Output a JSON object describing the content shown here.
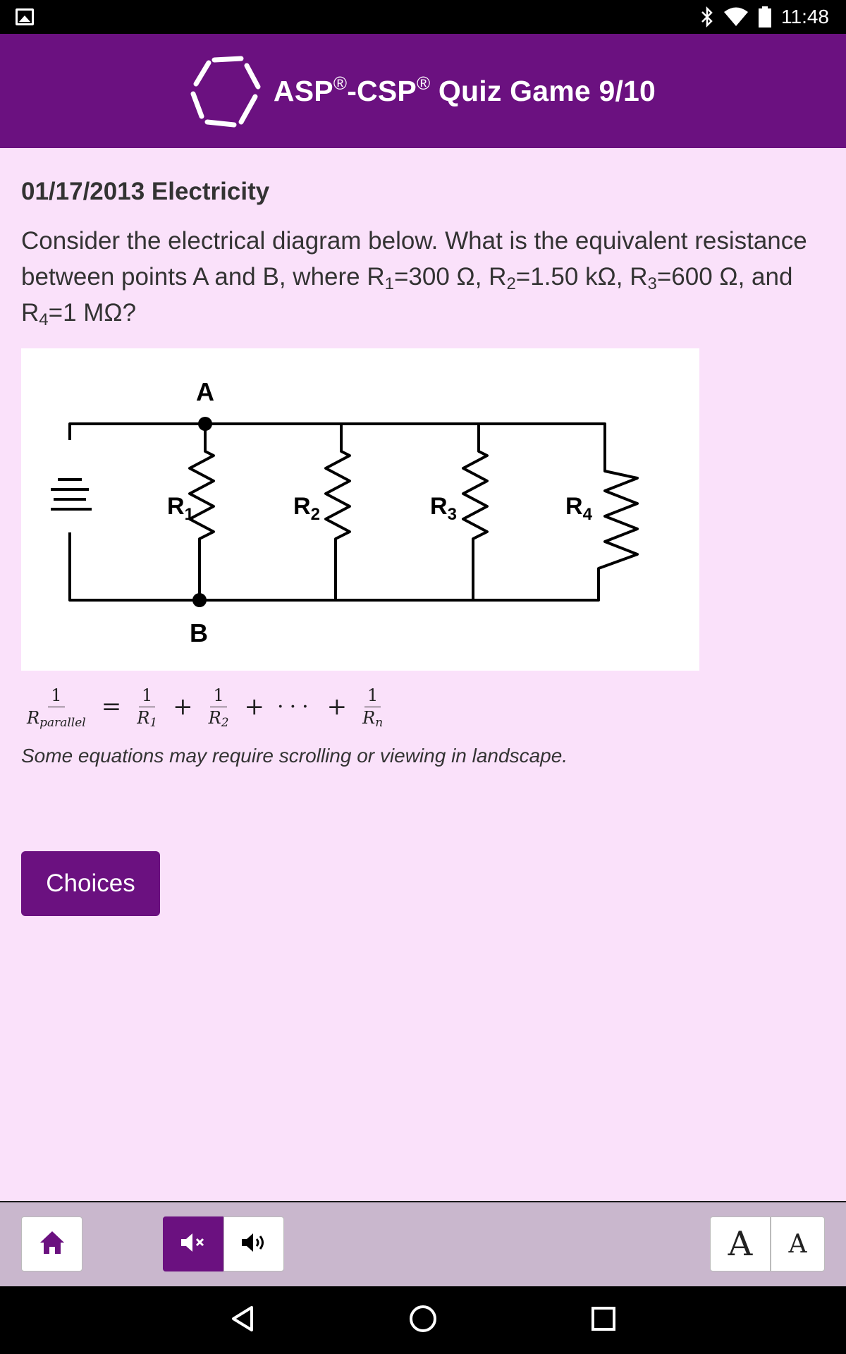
{
  "status_bar": {
    "time": "11:48",
    "icons": [
      "gallery-icon",
      "bluetooth-icon",
      "wifi-icon",
      "battery-icon"
    ]
  },
  "header": {
    "title_part1": "ASP",
    "reg1": "®",
    "title_part2": "-CSP",
    "reg2": "®",
    "title_part3": " Quiz Game 9/10",
    "logo": "hexagon-logo-icon",
    "background": "#6b1180"
  },
  "question": {
    "heading": "01/17/2013 Electricity",
    "text_1": "Consider the electrical diagram below. What is the equivalent resistance between points A and B, where R",
    "sub_1": "1",
    "text_2": "=300 Ω, R",
    "sub_2": "2",
    "text_3": "=1.50 kΩ, R",
    "sub_3": "3",
    "text_4": "=600 Ω, and R",
    "sub_4": "4",
    "text_5": "=1 MΩ?"
  },
  "diagram": {
    "point_a": "A",
    "point_b": "B",
    "resistors": [
      {
        "label": "R",
        "sub": "1"
      },
      {
        "label": "R",
        "sub": "2"
      },
      {
        "label": "R",
        "sub": "3"
      },
      {
        "label": "R",
        "sub": "4"
      }
    ]
  },
  "equation": {
    "lhs_num": "1",
    "lhs_den": "R",
    "lhs_den_sub": "parallel",
    "equals": "=",
    "t1_num": "1",
    "t1_den": "R",
    "t1_sub": "1",
    "plus1": "+",
    "t2_num": "1",
    "t2_den": "R",
    "t2_sub": "2",
    "plus2": "+",
    "dots": "···",
    "plus3": "+",
    "tn_num": "1",
    "tn_den": "R",
    "tn_sub": "n"
  },
  "note": "Some equations may require scrolling or viewing in landscape.",
  "choices_button": "Choices",
  "toolbar": {
    "font_large": "A",
    "font_small": "A",
    "icons": [
      "home-icon",
      "mute-icon",
      "sound-icon"
    ]
  },
  "colors": {
    "accent": "#6b1180",
    "page_bg": "#fae1fa",
    "toolbar_bg": "#c9b7cd"
  }
}
